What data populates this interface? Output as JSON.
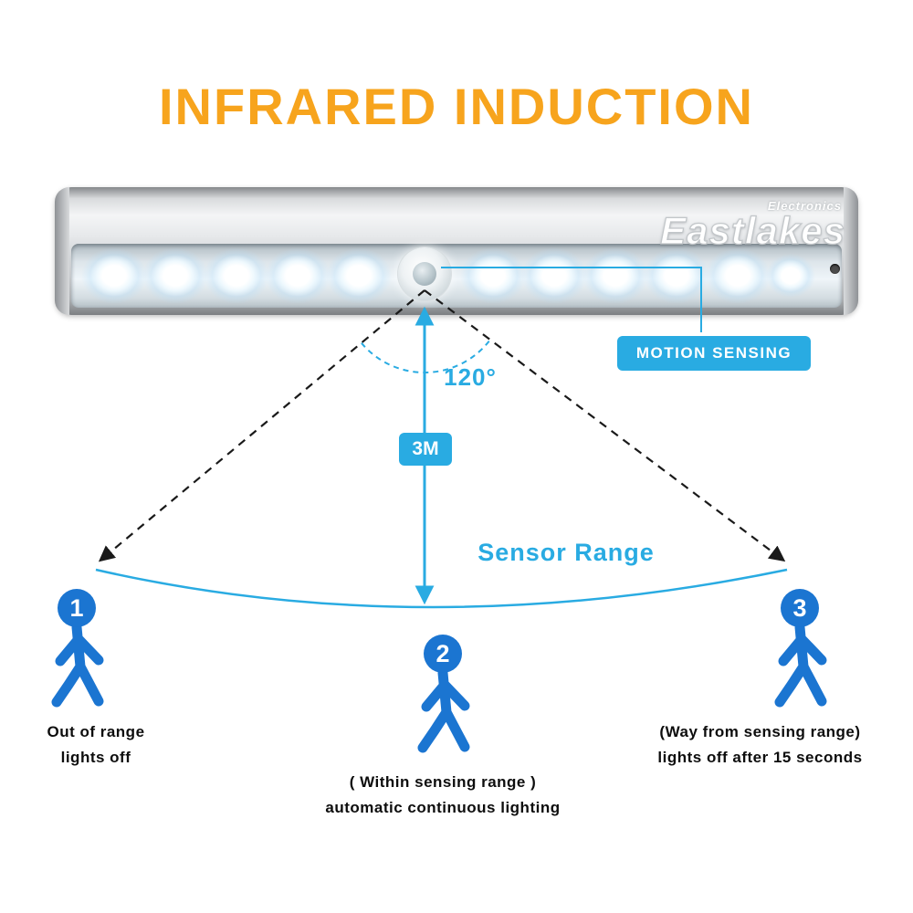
{
  "title": "INFRARED INDUCTION",
  "brand": {
    "sub": "Electronics",
    "name": "Eastlakes"
  },
  "labels": {
    "motion_sensing": "MOTION SENSING",
    "angle": "120°",
    "distance": "3M",
    "sensor_range": "Sensor Range"
  },
  "figures": [
    {
      "number": "1",
      "caption_line1": "Out of range",
      "caption_line2": "lights off"
    },
    {
      "number": "2",
      "caption_line1": "( Within sensing range )",
      "caption_line2": "automatic continuous lighting"
    },
    {
      "number": "3",
      "caption_line1": "(Way from sensing range)",
      "caption_line2": "lights off after 15 seconds"
    }
  ],
  "colors": {
    "title": "#F7A41D",
    "cyan": "#29ABE2",
    "figure_blue": "#1B75D1",
    "caption": "#0D0D0D"
  }
}
